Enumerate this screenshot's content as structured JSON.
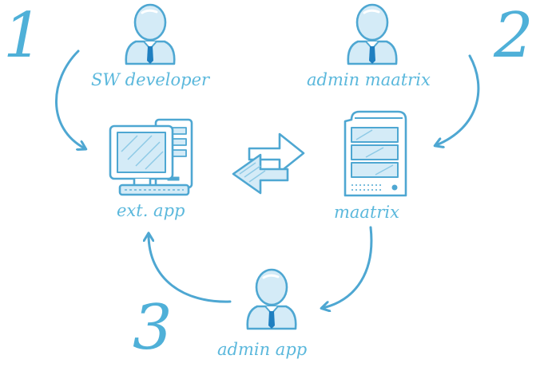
{
  "steps": {
    "one": "1",
    "two": "2",
    "three": "3"
  },
  "nodes": {
    "sw_developer": "SW developer",
    "admin_maatrix": "admin maatrix",
    "ext_app": "ext. app",
    "maatrix": "maatrix",
    "admin_app": "admin app"
  },
  "colors": {
    "stroke": "#4ea7d2",
    "fill_light": "#d4ebf7",
    "fill_mid": "#b6dcef",
    "tie": "#1f7fc0",
    "text": "#5bb8dc"
  },
  "icons": {
    "person": "person-icon",
    "computer": "desktop-computer-icon",
    "server": "server-icon",
    "exchange": "bidirectional-arrow-icon"
  }
}
